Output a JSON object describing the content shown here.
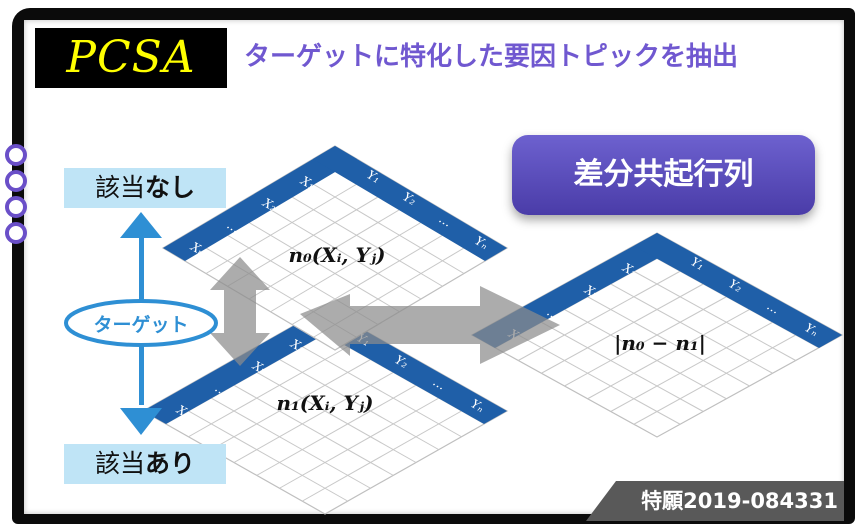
{
  "header": {
    "logo_text": "PCSA",
    "title": "ターゲットに特化した要因トピックを抽出"
  },
  "axis": {
    "top_prefix": "該当",
    "top_emphasis": "なし",
    "bottom_prefix": "該当",
    "bottom_emphasis": "あり",
    "center_label": "ターゲット"
  },
  "matrices": {
    "top_formula": "n₀(Xᵢ, Yⱼ)",
    "bottom_formula": "n₁(Xᵢ, Yⱼ)",
    "result_formula": "|n₀ − n₁|",
    "x_headers": [
      "X₁",
      "X₂",
      "…",
      "Xₘ"
    ],
    "y_headers": [
      "Y₁",
      "Y₂",
      "…",
      "Yₙ"
    ]
  },
  "diff_label": "差分共起行列",
  "patent_label": "特願2019-084331",
  "colors": {
    "accent_purple": "#7058d0",
    "header_blue": "#1f5fa8",
    "arrow_blue": "#2e8fd4",
    "label_bg": "#bfe4f6"
  }
}
